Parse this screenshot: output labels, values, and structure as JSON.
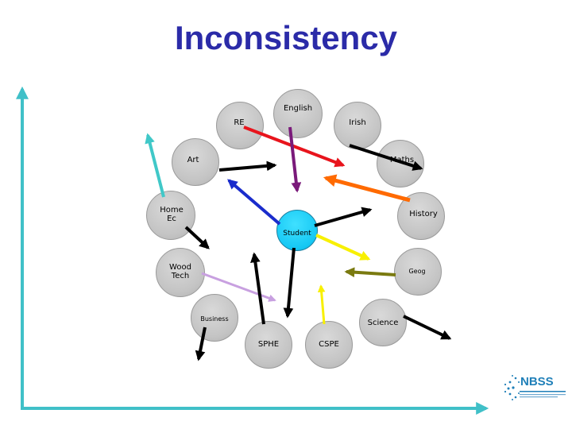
{
  "title": "Inconsistency",
  "colors": {
    "title": "#2b2ba8",
    "axis": "#40c0c8",
    "subject_fill": "#c8c8c8",
    "student_fill": "#16c8f4"
  },
  "subjects": {
    "english": "English",
    "re": "RE",
    "irish": "Irish",
    "art": "Art",
    "maths": "Maths",
    "home_ec": "Home\nEc",
    "history": "History",
    "wood_tech": "Wood\nTech",
    "geog": "Geog",
    "business": "Business",
    "science": "Science",
    "sphe": "SPHE",
    "cspe": "CSPE"
  },
  "center": "Student",
  "logo": {
    "icon": "nbss-logo-icon",
    "text": "NBSS"
  }
}
